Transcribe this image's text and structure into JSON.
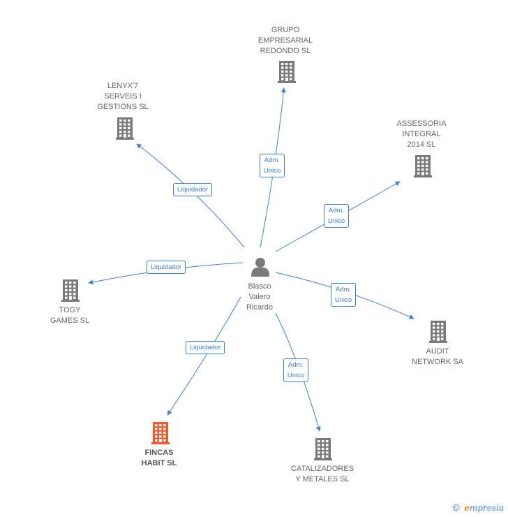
{
  "colors": {
    "edge": "#3f7ed6",
    "building": "#7a7a7a",
    "building_highlight": "#f05a2a",
    "person": "#7a7a7a",
    "label": "#666666"
  },
  "center": {
    "id": "person",
    "label": "Blasco\nValero\nRicardo",
    "icon": "person-icon"
  },
  "nodes": [
    {
      "id": "grupo",
      "label": "GRUPO\nEMPRESARIAL\nREDONDO SL",
      "icon": "building-icon",
      "highlight": false
    },
    {
      "id": "lenyx",
      "label": "LENYX'7\nSERVEIS I\nGESTIONS SL",
      "icon": "building-icon",
      "highlight": false
    },
    {
      "id": "assessoria",
      "label": "ASSESSORIA\nINTEGRAL\n2014  SL",
      "icon": "building-icon",
      "highlight": false
    },
    {
      "id": "togy",
      "label": "TOGY\nGAMES SL",
      "icon": "building-icon",
      "highlight": false
    },
    {
      "id": "audit",
      "label": "AUDIT\nNETWORK SA",
      "icon": "building-icon",
      "highlight": false
    },
    {
      "id": "fincas",
      "label": "FINCAS\nHABIT SL",
      "icon": "building-icon",
      "highlight": true
    },
    {
      "id": "catalizadores",
      "label": "CATALIZADORES\nY METALES SL",
      "icon": "building-icon",
      "highlight": false
    }
  ],
  "edges": [
    {
      "to": "grupo",
      "label": "Adm.\nUnico"
    },
    {
      "to": "lenyx",
      "label": "Liquidador"
    },
    {
      "to": "assessoria",
      "label": "Adm.\nUnico"
    },
    {
      "to": "togy",
      "label": "Liquidador"
    },
    {
      "to": "audit",
      "label": "Adm.\nUnico"
    },
    {
      "to": "fincas",
      "label": "Liquidador"
    },
    {
      "to": "catalizadores",
      "label": "Adm.\nUnico"
    }
  ],
  "footer": {
    "copyright": "©",
    "brand_first": "e",
    "brand_rest": "mpresia"
  }
}
